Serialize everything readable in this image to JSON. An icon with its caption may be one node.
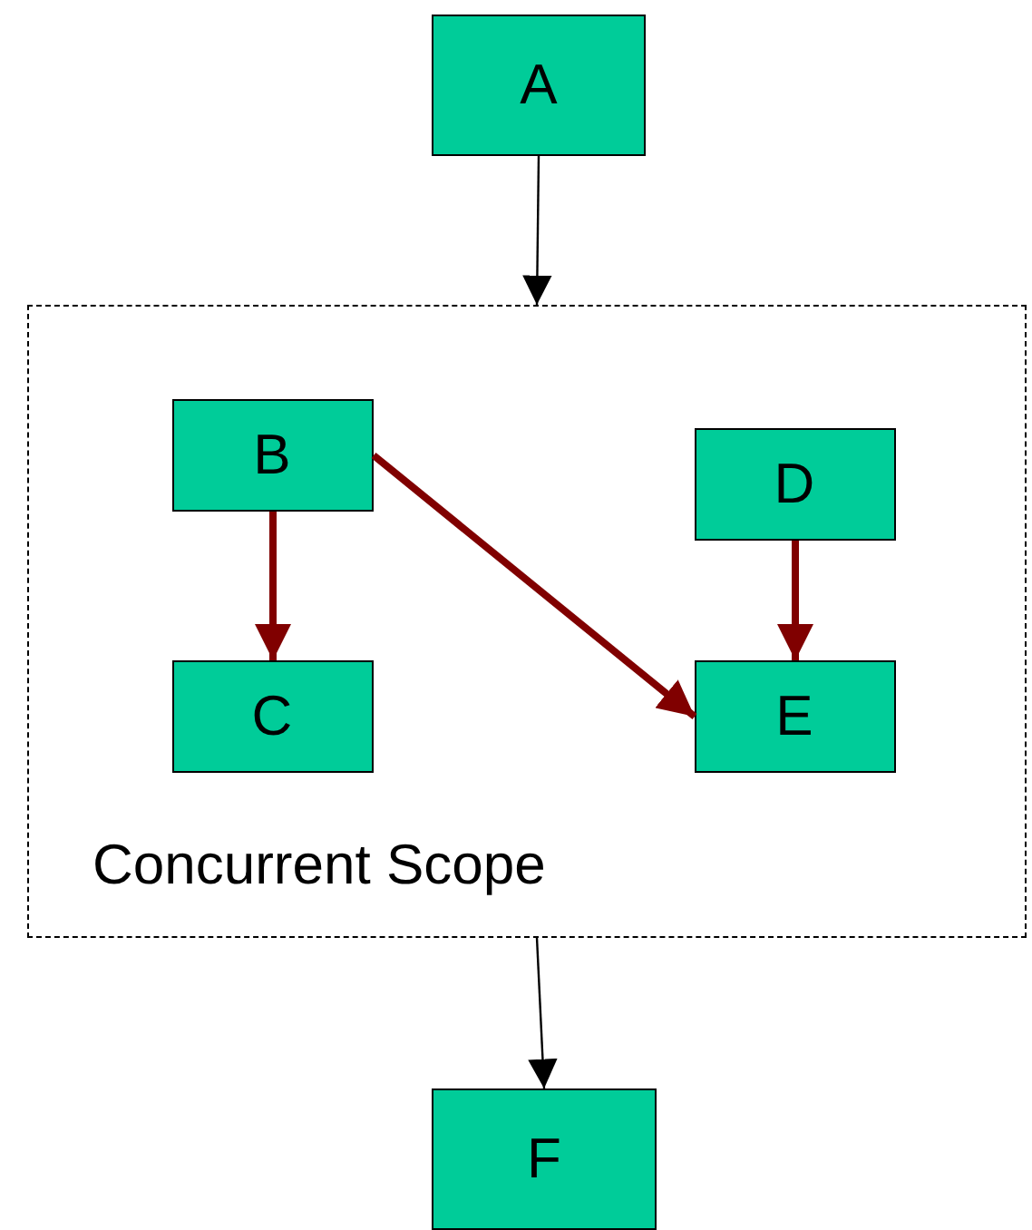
{
  "diagram": {
    "nodes": [
      {
        "text": [
          "A"
        ]
      },
      {
        "text": [
          "Concurrent Scope"
        ]
      },
      {
        "text": [
          "B"
        ],
        "in": 1
      },
      {
        "text": [
          "D"
        ],
        "in": 1
      },
      {
        "text": [
          "C"
        ],
        "in": 1
      },
      {
        "text": [
          "E"
        ],
        "in": 1
      },
      {
        "text": [
          "F"
        ]
      }
    ],
    "edges": [
      {
        "from": 0,
        "to": 1,
        "arrow": "to",
        "color": "#000000"
      },
      {
        "from": 2,
        "to": 4,
        "arrow": "to"
      },
      {
        "from": 2,
        "to": 5,
        "arrow": "to"
      },
      {
        "from": 3,
        "to": 5,
        "arrow": "to"
      },
      {
        "from": 1,
        "to": 6,
        "arrow": "to",
        "color": "#000000"
      }
    ]
  }
}
